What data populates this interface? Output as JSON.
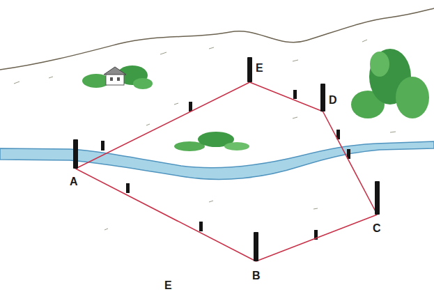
{
  "diagram": {
    "nodes": [
      {
        "text": [
          "A"
        ]
      },
      {
        "text": [
          "B"
        ]
      },
      {
        "text": [
          "C"
        ]
      },
      {
        "text": [
          "D"
        ]
      },
      {
        "text": [
          "E"
        ]
      }
    ],
    "edges": [
      {
        "from": 0,
        "to": 4,
        "arrow": "none"
      },
      {
        "from": 4,
        "to": 3,
        "arrow": "none"
      },
      {
        "from": 3,
        "to": 2,
        "arrow": "none"
      },
      {
        "from": 2,
        "to": 1,
        "arrow": "none"
      },
      {
        "from": 1,
        "to": 0,
        "arrow": "none"
      }
    ],
    "labels": [
      "E"
    ]
  }
}
